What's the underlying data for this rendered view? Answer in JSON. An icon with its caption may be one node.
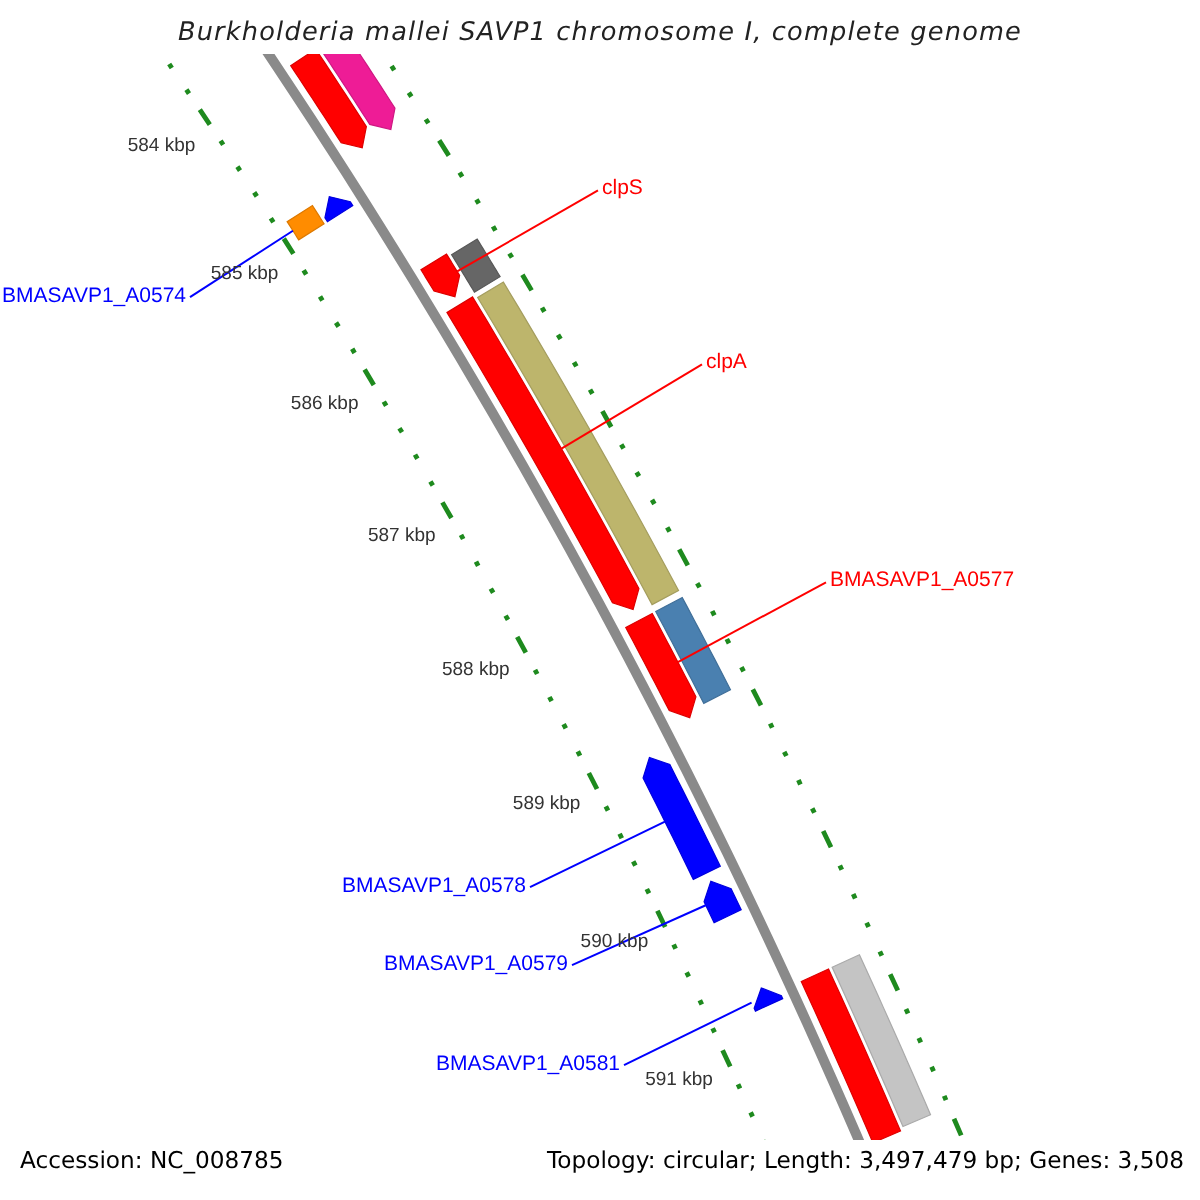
{
  "diagram": {
    "title": "Burkholderia mallei SAVP1 chromosome I, complete genome",
    "nodes": [
      {
        "text": [],
        "shape": "arrow"
      },
      {
        "text": [],
        "shape": "arrow"
      },
      {
        "text": [],
        "shape": "arrow"
      },
      {
        "text": [],
        "shape": "bar"
      },
      {
        "text": [
          "BMASAVP1_A0574"
        ]
      },
      {
        "text": [
          "clpS"
        ]
      },
      {
        "text": [],
        "shape": "bar"
      },
      {
        "text": [],
        "shape": "arrow"
      },
      {
        "text": [
          "clpA"
        ]
      },
      {
        "text": [],
        "shape": "arrow"
      },
      {
        "text": [],
        "shape": "bar"
      },
      {
        "text": [
          "BMASAVP1_A0577"
        ]
      },
      {
        "text": [],
        "shape": "arrow"
      },
      {
        "text": [],
        "shape": "bar"
      },
      {
        "text": [],
        "shape": "arrow"
      },
      {
        "text": [
          "BMASAVP1_A0578"
        ]
      },
      {
        "text": [],
        "shape": "arrow"
      },
      {
        "text": [
          "BMASAVP1_A0579"
        ]
      },
      {
        "text": [],
        "shape": "arrow"
      },
      {
        "text": [
          "BMASAVP1_A0581"
        ]
      },
      {
        "text": [],
        "shape": "bar"
      },
      {
        "text": [],
        "shape": "bar"
      }
    ],
    "edges": [
      {
        "from": 4,
        "to": 3,
        "arrow": "none"
      },
      {
        "from": 5,
        "to": 7,
        "arrow": "none",
        "color": "#ff0000"
      },
      {
        "from": 8,
        "to": 9,
        "arrow": "none",
        "color": "#ff0000"
      },
      {
        "from": 11,
        "to": 12,
        "arrow": "none",
        "color": "#ff0000"
      },
      {
        "from": 15,
        "to": 14,
        "arrow": "none"
      },
      {
        "from": 17,
        "to": 16,
        "arrow": "none"
      },
      {
        "from": 19,
        "to": 18,
        "arrow": "none"
      }
    ],
    "labels": [
      "584 kbp",
      "585 kbp",
      "586 kbp",
      "587 kbp",
      "588 kbp",
      "589 kbp",
      "590 kbp",
      "591 kbp",
      "Accession: NC_008785",
      "Topology: circular; Length: 3,497,479 bp; Genes: 3,508"
    ]
  }
}
